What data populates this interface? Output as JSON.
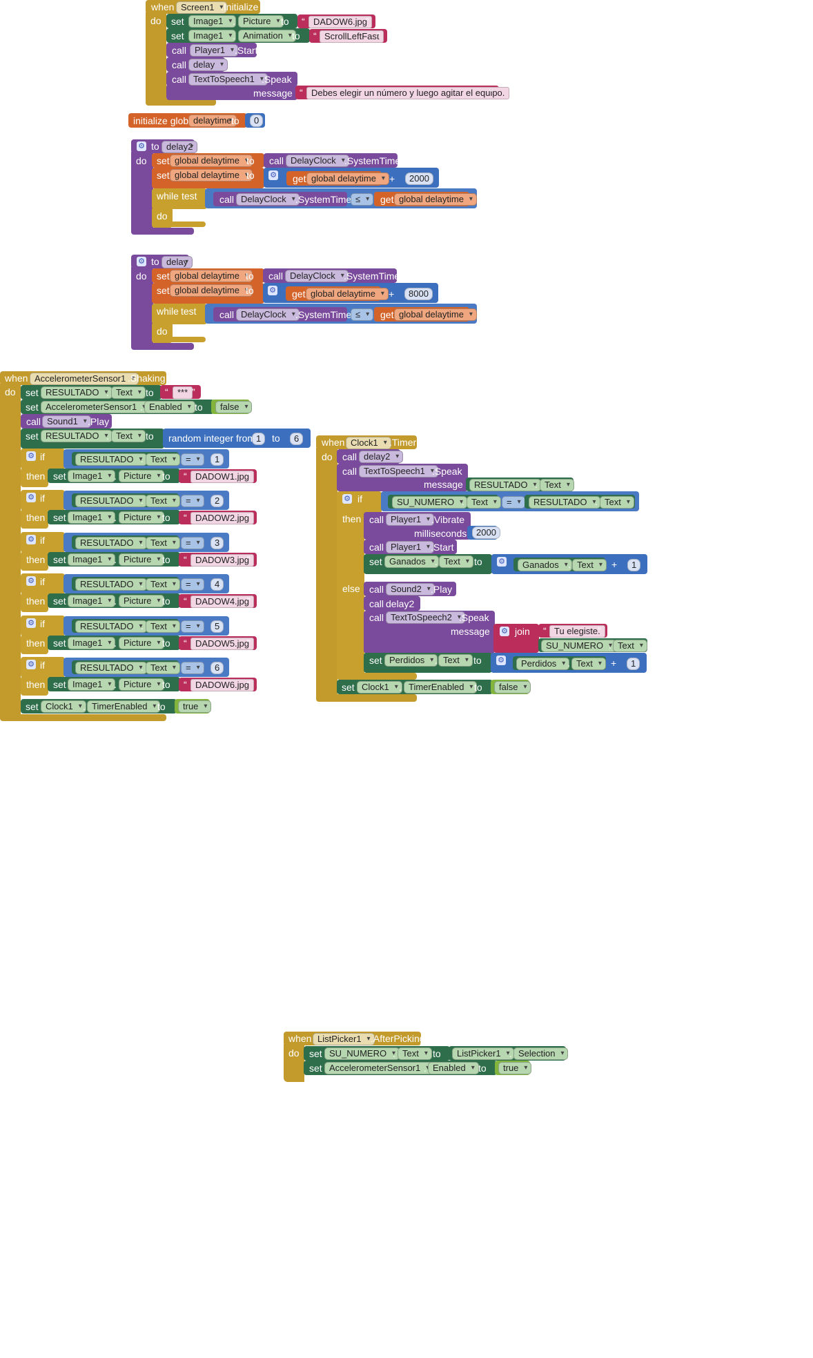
{
  "colors": {
    "event": "#c39a2c",
    "component_set": "#2e6e4b",
    "procedure": "#7a4b9c",
    "variable": "#d4632a",
    "math": "#3c6fbe",
    "text": "#bb2d5a",
    "logic": "#83b43b"
  },
  "kw": {
    "when": "when",
    "do": "do",
    "set": "set",
    "to": "to",
    "call": "call",
    "get": "get",
    "if": "if",
    "then": "then",
    "else": "else",
    "while": "while",
    "test": "test",
    "message": "message",
    "milliseconds": "milliseconds",
    "join": "join",
    "initialize_global": "initialize global",
    "random_integer_from": "random integer from",
    "plus": "+",
    "eq": "=",
    "le": "≤",
    "quote": "“",
    "quote_close": "”",
    "gear": "⚙",
    "dot": "."
  },
  "screen_init": {
    "component": "Screen1",
    "event": ".Initialize",
    "image": "Image1",
    "picture_prop": "Picture",
    "picture_val": "DADOW6.jpg",
    "animation_prop": "Animation",
    "animation_val": "ScrollLeftFast",
    "player": "Player1",
    "start": ".Start",
    "delay": "delay",
    "tts": "TextToSpeech1",
    "speak": ".Speak",
    "message": "Debes elegir un número y luego agitar el equipo."
  },
  "global_var": {
    "name": "delaytime",
    "value": "0"
  },
  "proc_delay2": {
    "name": "delay2",
    "var": "global delaytime",
    "clock": "DelayClock",
    "systime": ".SystemTime",
    "amount": "2000"
  },
  "proc_delay": {
    "name": "delay",
    "var": "global delaytime",
    "clock": "DelayClock",
    "systime": ".SystemTime",
    "amount": "8000"
  },
  "shaking": {
    "component": "AccelerometerSensor1",
    "event": ".Shaking",
    "resultado": "RESULTADO",
    "text_prop": "Text",
    "stars": "***",
    "accel": "AccelerometerSensor1",
    "enabled_prop": "Enabled",
    "false_val": "false",
    "sound": "Sound1",
    "play": ".Play",
    "rand_from": "1",
    "rand_to": "6",
    "image": "Image1",
    "picture_prop": "Picture",
    "cases": [
      {
        "num": "1",
        "file": "DADOW1.jpg"
      },
      {
        "num": "2",
        "file": "DADOW2.jpg"
      },
      {
        "num": "3",
        "file": "DADOW3.jpg"
      },
      {
        "num": "4",
        "file": "DADOW4.jpg"
      },
      {
        "num": "5",
        "file": "DADOW5.jpg"
      },
      {
        "num": "6",
        "file": "DADOW6.jpg"
      }
    ],
    "clock": "Clock1",
    "timer_enabled": "TimerEnabled",
    "true_val": "true"
  },
  "timer": {
    "component": "Clock1",
    "event": ".Timer",
    "delay2": "delay2",
    "tts": "TextToSpeech1",
    "speak": ".Speak",
    "resultado": "RESULTADO",
    "text_prop": "Text",
    "su_numero": "SU_NUMERO",
    "player": "Player1",
    "vibrate": ".Vibrate",
    "ms": "2000",
    "start": ".Start",
    "ganados": "Ganados",
    "one": "1",
    "sound2": "Sound2",
    "play": ".Play",
    "tts2": "TextToSpeech2",
    "tu_elegiste": "Tu elegiste.",
    "perdidos": "Perdidos",
    "clock": "Clock1",
    "timer_enabled": "TimerEnabled",
    "false_val": "false"
  },
  "after_picking": {
    "component": "ListPicker1",
    "event": ".AfterPicking",
    "su_numero": "SU_NUMERO",
    "text_prop": "Text",
    "listpicker": "ListPicker1",
    "selection": "Selection",
    "accel": "AccelerometerSensor1",
    "enabled_prop": "Enabled",
    "true_val": "true"
  }
}
